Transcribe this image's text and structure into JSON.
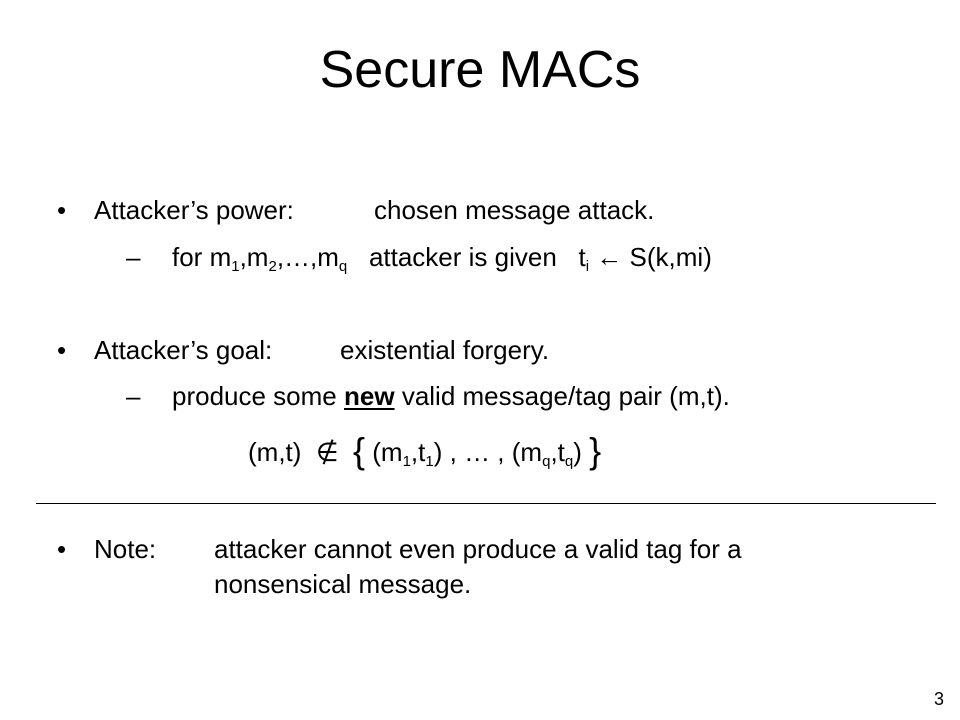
{
  "title": "Secure MACs",
  "bullet_char": "•",
  "dash_char": "–",
  "power": {
    "label": "Attacker’s power:",
    "value": "chosen message attack.",
    "sub": {
      "text_for": "for m",
      "i1": "1",
      "comma1": ",m",
      "i2": "2",
      "ellipsis": ",…,m",
      "iq": "q",
      "mid": "attacker is given",
      "t": "t",
      "ti": "i",
      "arrow": "←",
      "rhs": "S(k,mi)"
    }
  },
  "goal": {
    "label": "Attacker’s goal:",
    "value": "existential forgery.",
    "sub": {
      "pre": "produce some",
      "emph": "new",
      "post": "valid message/tag pair (m,t)."
    },
    "formula": {
      "lhs": "(m,t)",
      "notin": "∉",
      "open_brace": "{",
      "p1a": "(m",
      "p1s": "1",
      "p1b": ",t",
      "p1t": "1",
      "p1c": ")",
      "mid": ", … ,",
      "pqa": "(m",
      "pqs": "q",
      "pqb": ",t",
      "pqt": "q",
      "pqc": ")",
      "close_brace": "}"
    }
  },
  "note": {
    "label": "Note:",
    "line1": "attacker cannot even produce a valid tag for a",
    "line2": "nonsensical message."
  },
  "page_number": "3"
}
